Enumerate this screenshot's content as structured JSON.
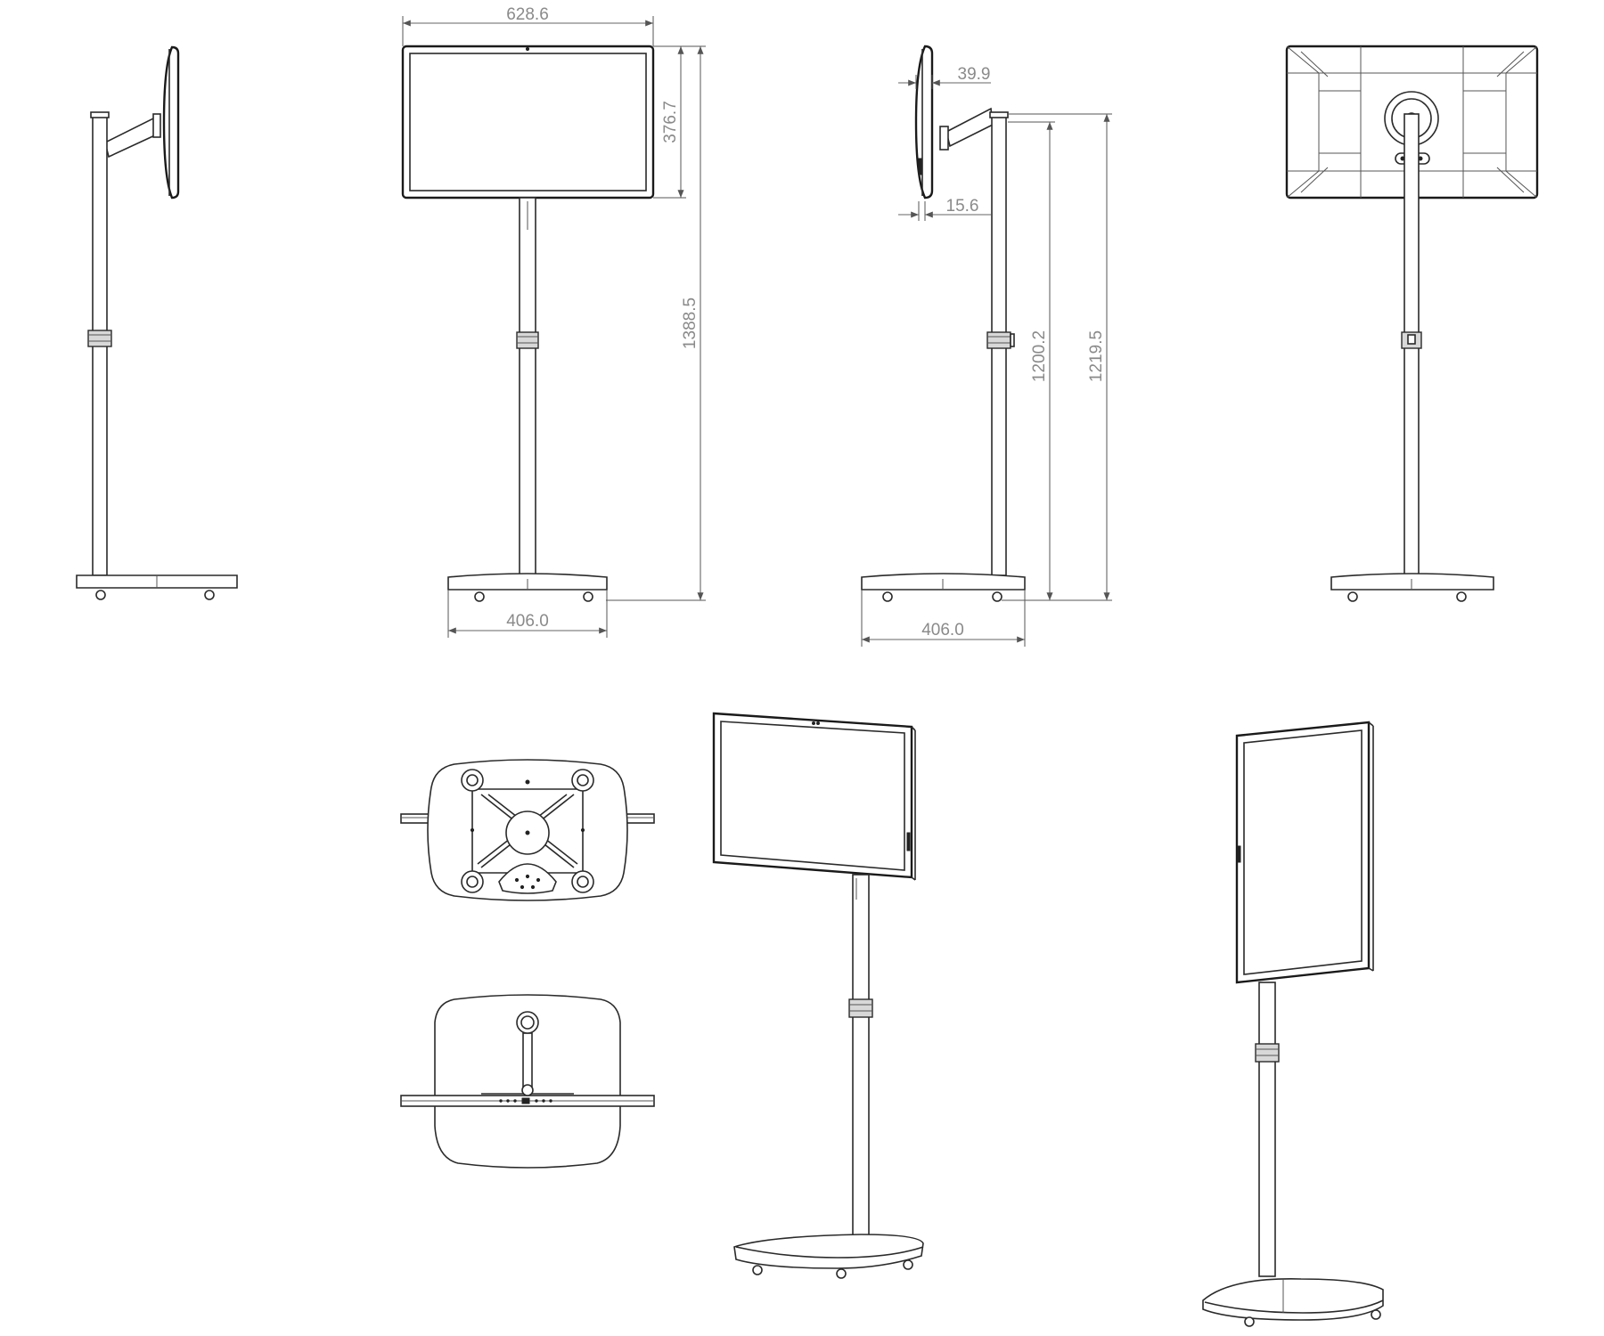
{
  "dimensions": {
    "width": "628.6",
    "screen_height": "376.7",
    "total_height": "1388.5",
    "base_width_front": "406.0",
    "depth": "39.9",
    "thickness": "15.6",
    "height_low": "1200.2",
    "height_high": "1219.5",
    "base_width_side": "406.0"
  },
  "views": [
    "side-view-left",
    "front-view",
    "side-view-dimensioned",
    "rear-view",
    "bottom-view",
    "top-view",
    "perspective-landscape",
    "perspective-portrait"
  ]
}
